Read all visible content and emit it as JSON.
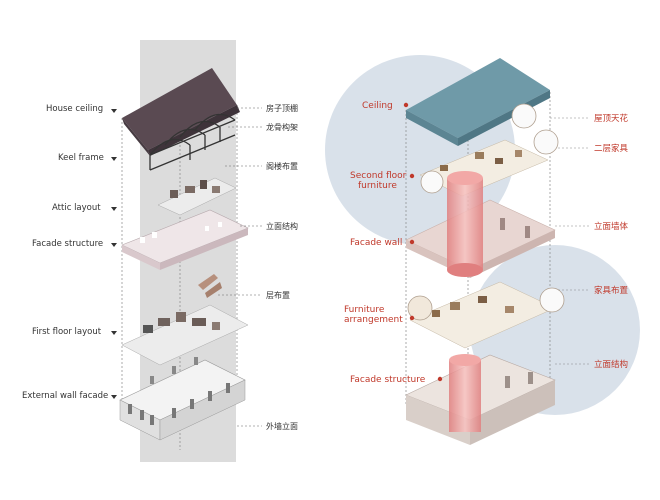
{
  "left": {
    "labels_en": {
      "house_ceiling": "House ceiling",
      "keel_frame": "Keel frame",
      "attic_layout": "Attic layout",
      "facade_structure": "Facade structure",
      "first_floor_layout": "First floor layout",
      "external_wall_facade": "External wall facade"
    },
    "labels_cn": {
      "roof_top": "房子顶棚",
      "keel_frame": "龙骨构架",
      "attic_layout": "阁楼布置",
      "facade_structure": "立面结构",
      "stair": "层布置",
      "wall_facade": "外墙立面"
    }
  },
  "right": {
    "labels_en": {
      "ceiling": "Ceiling",
      "second_floor_l1": "Second floor",
      "second_floor_l2": "furniture",
      "facade_wall": "Facade wall",
      "furniture_arrangement_l1": "Furniture",
      "furniture_arrangement_l2": "arrangement",
      "facade_structure": "Facade structure"
    },
    "labels_cn": {
      "ceiling": "屋顶天花",
      "second_floor_furniture": "二层家具",
      "facade_wall": "立面墙体",
      "furniture_layout": "家具布置",
      "facade_structure": "立面结构"
    }
  },
  "colors": {
    "accent_red": "#c0392b",
    "roof_dark": "#5a4a52",
    "ceiling_blue": "#6f9aa8",
    "wall_pink": "#e8d6d2",
    "circle_blue": "#d9e1ea",
    "column_gray": "#dcdcdc"
  }
}
